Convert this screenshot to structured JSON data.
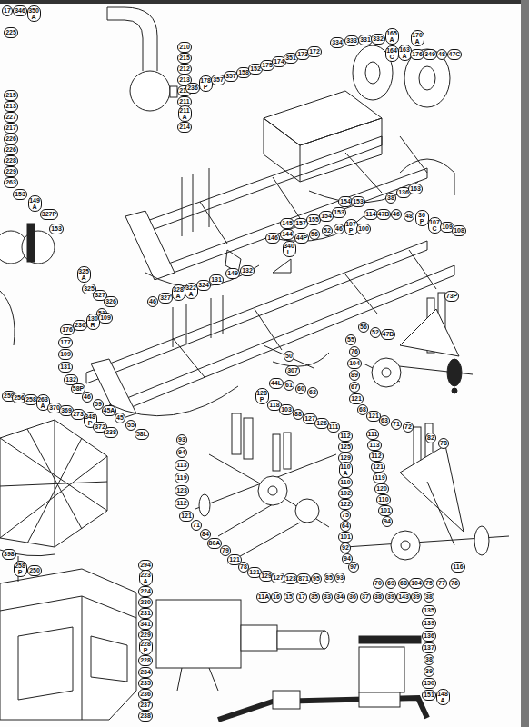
{
  "diagram": {
    "labels": [
      "17",
      "346",
      "350 A",
      "225",
      "215",
      "213",
      "227",
      "217",
      "226",
      "226",
      "228",
      "229",
      "263",
      "210",
      "215",
      "212",
      "213",
      "218",
      "211",
      "211 A",
      "214",
      "236",
      "178 P",
      "357",
      "357",
      "158",
      "152",
      "175",
      "174",
      "351",
      "173",
      "172",
      "334",
      "333",
      "331",
      "332",
      "165 A",
      "170 A",
      "164 C",
      "163 A",
      "176",
      "349",
      "48",
      "47C",
      "38",
      "136",
      "163",
      "146",
      "144",
      "145",
      "157",
      "155",
      "154",
      "153",
      "154",
      "153",
      "114",
      "47B",
      "46",
      "48",
      "36 P",
      "107 C",
      "109",
      "108",
      "340 L",
      "44P",
      "56",
      "52",
      "46",
      "107 P",
      "100",
      "153",
      "149 A",
      "327P",
      "153",
      "325 A",
      "325",
      "327",
      "326",
      "46",
      "327",
      "328 A",
      "322 A",
      "324",
      "131",
      "149",
      "132",
      "51",
      "176",
      "236",
      "130 R",
      "109",
      "177",
      "109",
      "131",
      "132",
      "58P",
      "46",
      "59",
      "45A",
      "45",
      "55",
      "58L",
      "50",
      "307",
      "44L",
      "61",
      "60",
      "62",
      "128 P",
      "118",
      "103",
      "88",
      "127",
      "126",
      "111",
      "93",
      "94",
      "113",
      "119",
      "123",
      "112",
      "121",
      "71",
      "84",
      "80A",
      "79",
      "121",
      "78",
      "121",
      "129",
      "127",
      "123",
      "871",
      "95",
      "85",
      "93",
      "112",
      "125",
      "129",
      "110 A",
      "110",
      "102",
      "122",
      "75",
      "64",
      "101",
      "92",
      "94",
      "97",
      "56",
      "52",
      "47B",
      "55",
      "76",
      "104",
      "89",
      "67",
      "121",
      "68",
      "121",
      "63",
      "71",
      "72",
      "73P",
      "82",
      "78",
      "111",
      "113",
      "112",
      "121",
      "119",
      "120",
      "110",
      "101",
      "94",
      "70",
      "69",
      "68",
      "104",
      "75",
      "77",
      "76",
      "116",
      "11A",
      "16",
      "15",
      "17",
      "35",
      "33",
      "34",
      "36",
      "37",
      "38",
      "39",
      "143",
      "39",
      "38",
      "135",
      "139",
      "136",
      "137",
      "38",
      "39",
      "150",
      "151",
      "148 A",
      "259",
      "256",
      "258",
      "263 A",
      "370",
      "369",
      "273",
      "348 P",
      "372",
      "238",
      "398",
      "258 P",
      "250",
      "294",
      "223 A",
      "224",
      "230",
      "231",
      "341",
      "229",
      "228 P",
      "228",
      "234",
      "235",
      "236",
      "237",
      "238"
    ]
  }
}
